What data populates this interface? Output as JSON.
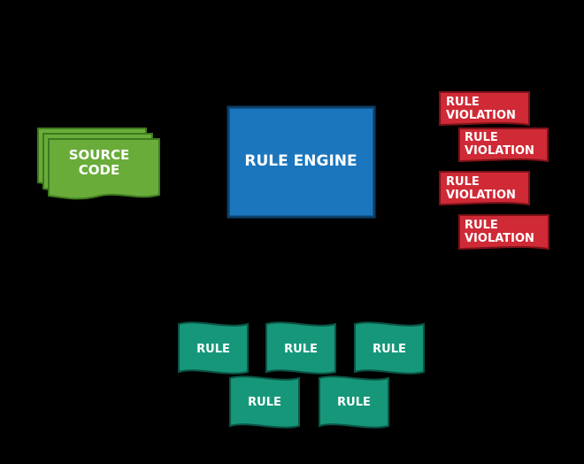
{
  "source": {
    "lines": [
      "SOURCE",
      "CODE"
    ],
    "color": "#6aac3a"
  },
  "engine": {
    "label": "RULE ENGINE",
    "color": "#1b76bd"
  },
  "violations": {
    "color": "#cf2a36",
    "items": [
      {
        "line1": "RULE",
        "line2": "VIOLATION"
      },
      {
        "line1": "RULE",
        "line2": "VIOLATION"
      },
      {
        "line1": "RULE",
        "line2": "VIOLATION"
      },
      {
        "line1": "RULE",
        "line2": "VIOLATION"
      }
    ]
  },
  "rules": {
    "color": "#17977a",
    "items": [
      {
        "label": "RULE"
      },
      {
        "label": "RULE"
      },
      {
        "label": "RULE"
      },
      {
        "label": "RULE"
      },
      {
        "label": "RULE"
      }
    ]
  }
}
